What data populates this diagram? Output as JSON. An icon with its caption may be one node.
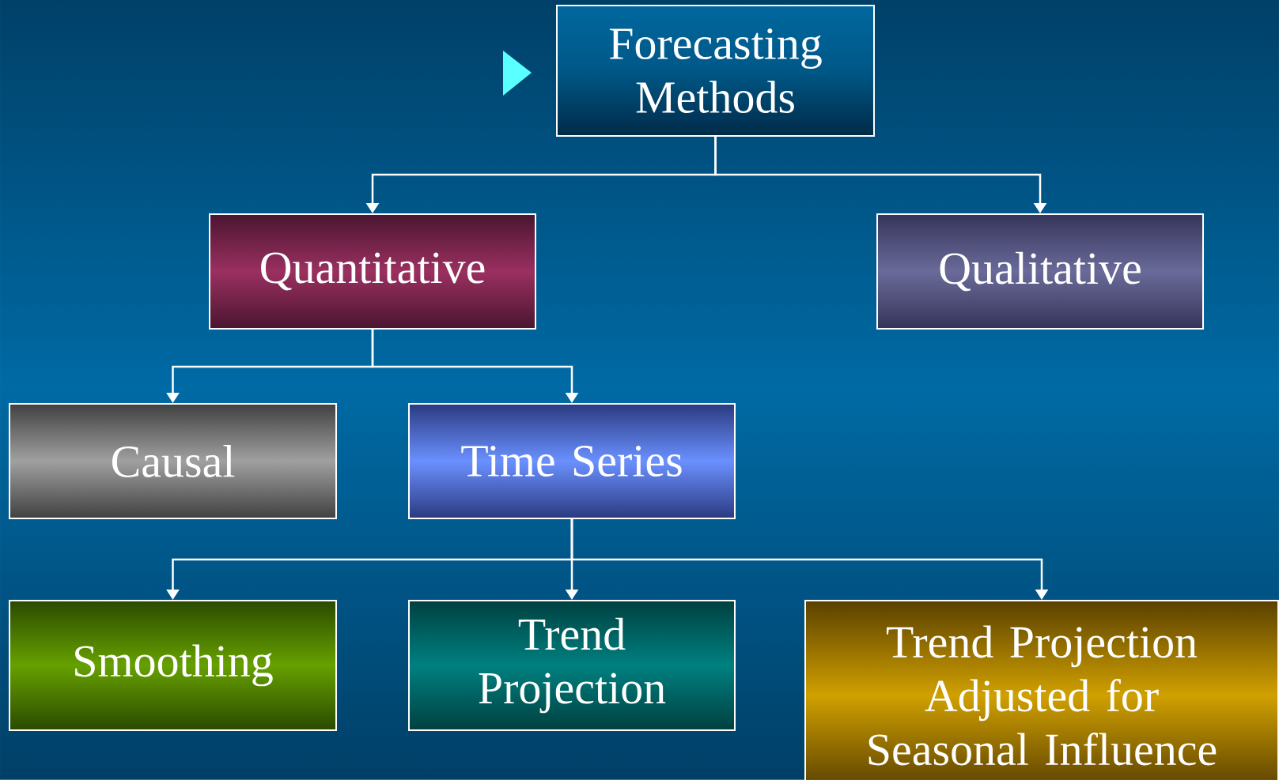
{
  "diagram": {
    "nodes": [
      {
        "text": [
          "Forecasting Methods"
        ]
      },
      {
        "text": [
          "Quantitative"
        ]
      },
      {
        "text": [
          "Qualitative"
        ]
      },
      {
        "text": [
          "Causal"
        ]
      },
      {
        "text": [
          "Time Series"
        ]
      },
      {
        "text": [
          "Smoothing"
        ]
      },
      {
        "text": [
          "Trend Projection"
        ]
      },
      {
        "text": [
          "Trend Projection Adjusted for Seasonal Influence"
        ]
      }
    ],
    "edges": [
      {
        "from": 0,
        "to": 1,
        "arrow": "to"
      },
      {
        "from": 0,
        "to": 2,
        "arrow": "to"
      },
      {
        "from": 1,
        "to": 3,
        "arrow": "to"
      },
      {
        "from": 1,
        "to": 4,
        "arrow": "to"
      },
      {
        "from": 4,
        "to": 5,
        "arrow": "to"
      },
      {
        "from": 4,
        "to": 6,
        "arrow": "to"
      },
      {
        "from": 4,
        "to": 7,
        "arrow": "to"
      }
    ]
  }
}
